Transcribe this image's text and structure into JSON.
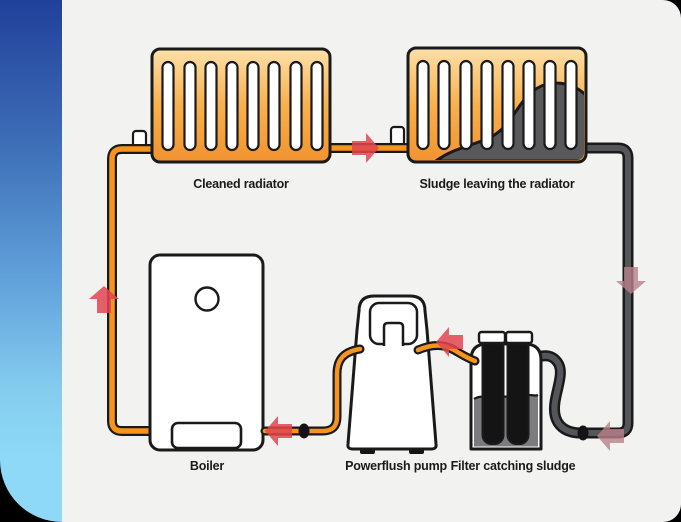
{
  "labels": {
    "cleaned_radiator": "Cleaned radiator",
    "sludge_radiator": "Sludge leaving the radiator",
    "boiler": "Boiler",
    "pump": "Powerflush pump",
    "filter": "Filter catching sludge"
  },
  "colors": {
    "page_background": "#000000",
    "panel_background": "#f2f2f1",
    "blue_strip_top": "#21409a",
    "blue_strip_bottom": "#8dd9f7",
    "pipe_orange": "#f7941e",
    "pipe_gray": "#55565a",
    "outline": "#1a1a1a",
    "radiator_gradient_top": "#fde0a9",
    "radiator_gradient_mid": "#f8b04c",
    "radiator_gradient_bottom": "#f19330",
    "sludge_gray": "#59595b",
    "filter_sludge_gray": "#7c7c7f",
    "arrow_red": "#e2454f",
    "arrow_faded_pink": "#b97f89"
  }
}
